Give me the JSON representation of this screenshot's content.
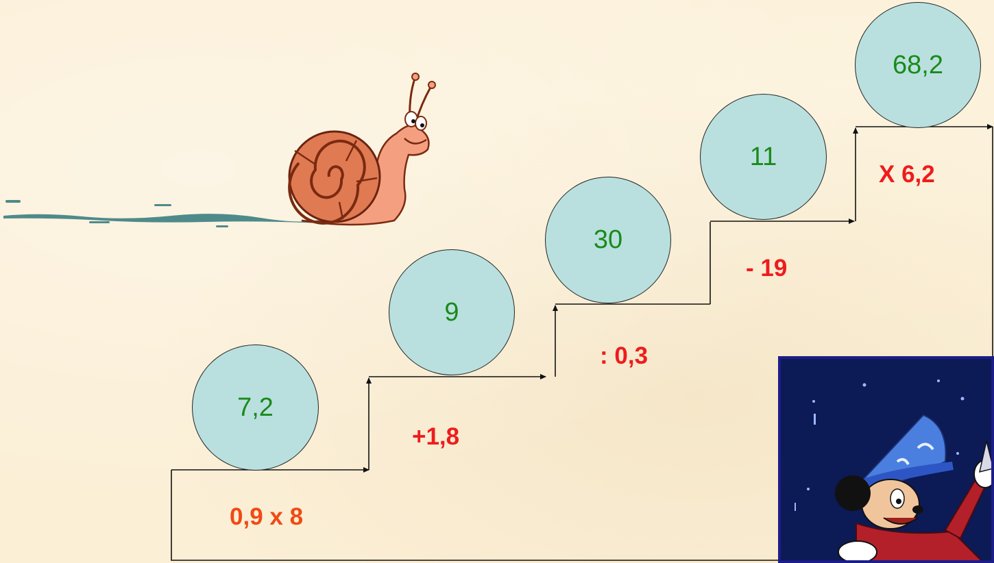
{
  "steps": [
    {
      "operation": "0,9 x 8",
      "result": "7,2"
    },
    {
      "operation": "+1,8",
      "result": "9"
    },
    {
      "operation": ": 0,3",
      "result": "30"
    },
    {
      "operation": "- 19",
      "result": "11"
    },
    {
      "operation": "X 6,2",
      "result": "68,2"
    }
  ],
  "colors": {
    "background": "#fbefd6",
    "bubble_fill": "#b9e0df",
    "result_text": "#1a8a1a",
    "operation_text": "#ee1c1c"
  },
  "illustrations": {
    "snail": "snail-illustration",
    "wizard": "wizard-mouse-illustration"
  }
}
